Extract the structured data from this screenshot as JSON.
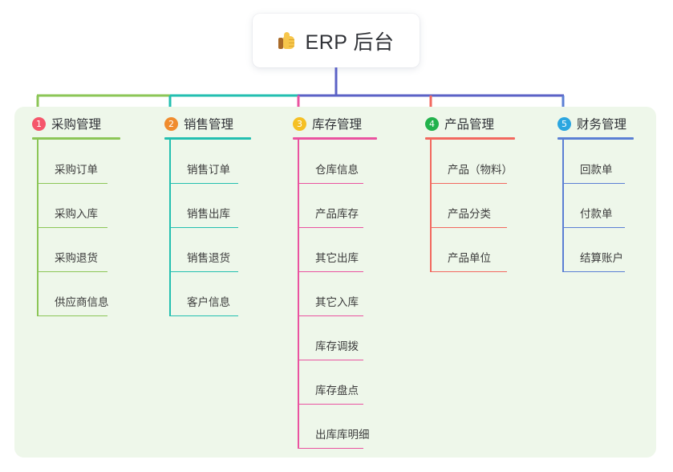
{
  "root": {
    "icon": "thumbs-up-emoji",
    "title": "ERP 后台"
  },
  "theme": {
    "page_background": "#ffffff",
    "panel_background": "#eef7ea",
    "root_stem_color": "#5b62c6",
    "bus_color": "#5b62c6",
    "text_color": "#3a3a3a"
  },
  "columns": [
    {
      "index": "1",
      "badge_color": "#f5566b",
      "line_color": "#8cc657",
      "title": "采购管理",
      "items": [
        "采购订单",
        "采购入库",
        "采购退货",
        "供应商信息"
      ]
    },
    {
      "index": "2",
      "badge_color": "#f08c2e",
      "line_color": "#23bfb0",
      "title": "销售管理",
      "items": [
        "销售订单",
        "销售出库",
        "销售退货",
        "客户信息"
      ]
    },
    {
      "index": "3",
      "badge_color": "#f5c024",
      "line_color": "#ea53a0",
      "title": "库存管理",
      "items": [
        "仓库信息",
        "产品库存",
        "其它出库",
        "其它入库",
        "库存调拨",
        "库存盘点",
        "出库库明细"
      ]
    },
    {
      "index": "4",
      "badge_color": "#22b24c",
      "line_color": "#f2685f",
      "title": "产品管理",
      "items": [
        "产品（物料）",
        "产品分类",
        "产品单位"
      ]
    },
    {
      "index": "5",
      "badge_color": "#2ba6e0",
      "line_color": "#5b7fd4",
      "title": "财务管理",
      "items": [
        "回款单",
        "付款单",
        "结算账户"
      ]
    }
  ]
}
